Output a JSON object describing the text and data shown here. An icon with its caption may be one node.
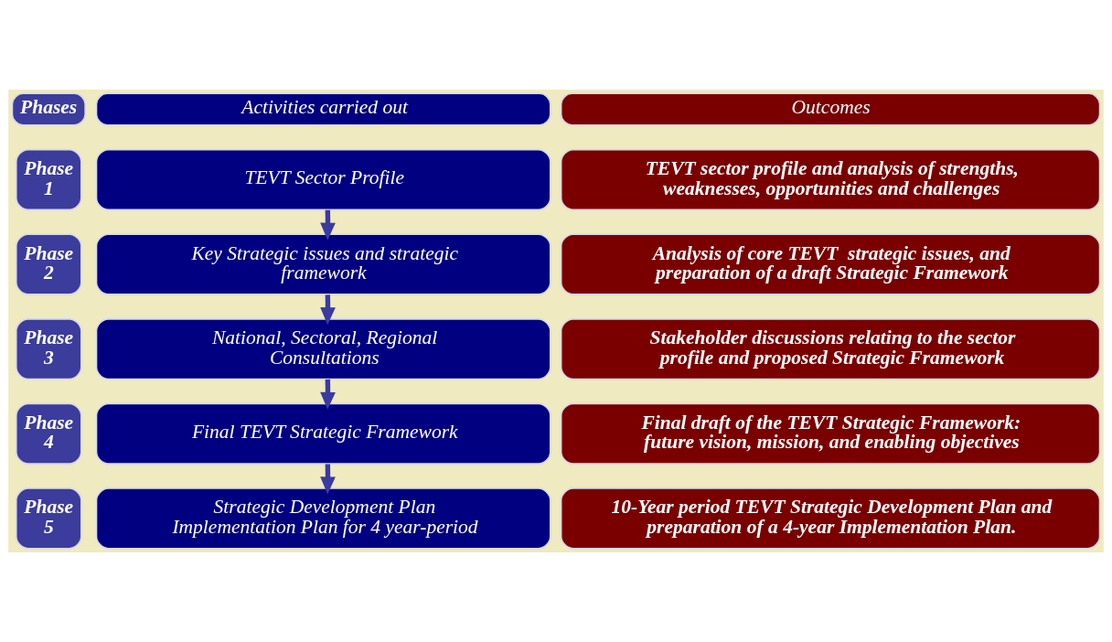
{
  "diagram": {
    "nodes": [
      {
        "text": [
          "Phases"
        ]
      },
      {
        "text": [
          "Activities carried out"
        ]
      },
      {
        "text": [
          "Outcomes"
        ]
      },
      {
        "text": [
          "Phase 1"
        ]
      },
      {
        "text": [
          "TEVT Sector Profile"
        ]
      },
      {
        "text": [
          "TEVT sector profile and analysis of strengths, weaknesses, opportunities and challenges"
        ]
      },
      {
        "text": [
          "Phase 2"
        ]
      },
      {
        "text": [
          "Key Strategic issues and strategic framework"
        ]
      },
      {
        "text": [
          "Analysis of core TEVT  strategic issues, and preparation of a draft Strategic Framework"
        ]
      },
      {
        "text": [
          "Phase 3"
        ]
      },
      {
        "text": [
          "National, Sectoral, Regional Consultations"
        ]
      },
      {
        "text": [
          "Stakeholder discussions relating to the sector profile and proposed Strategic Framework"
        ]
      },
      {
        "text": [
          "Phase 4"
        ]
      },
      {
        "text": [
          "Final TEVT Strategic Framework"
        ]
      },
      {
        "text": [
          "Final draft of the TEVT Strategic Framework: future vision, mission, and enabling objectives"
        ]
      },
      {
        "text": [
          "Phase 5"
        ]
      },
      {
        "text": [
          "Strategic Development Plan Implementation Plan for 4 year-period"
        ]
      },
      {
        "text": [
          "10-Year period TEVT Strategic Development Plan and preparation of a 4-year Implementation Plan."
        ]
      }
    ],
    "edges": [
      {
        "from": 4,
        "to": 7,
        "arrow": "to"
      },
      {
        "from": 7,
        "to": 10,
        "arrow": "to"
      },
      {
        "from": 10,
        "to": 13,
        "arrow": "to"
      },
      {
        "from": 13,
        "to": 16,
        "arrow": "to"
      }
    ]
  }
}
